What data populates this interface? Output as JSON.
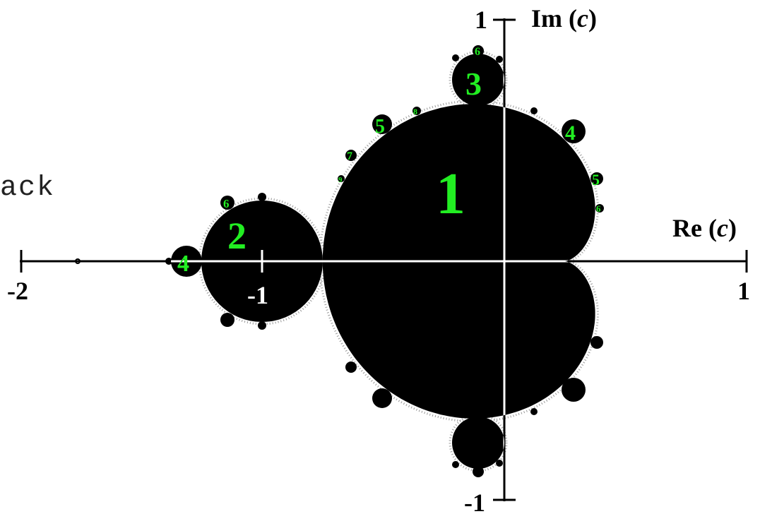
{
  "fragment_text": "ack",
  "axes": {
    "x_label_text": "Re (",
    "x_label_var": "c",
    "x_label_close": ")",
    "y_label_text": "Im (",
    "y_label_var": "c",
    "y_label_close": ")",
    "ticks": {
      "re_min": "-2",
      "re_neg1": "-1",
      "re_max": "1",
      "im_max": "1",
      "im_min": "-1"
    }
  },
  "periods": {
    "main_cardioid": "1",
    "period2_bulb": "2",
    "period3_top": "3",
    "period4_left": "4",
    "period4_upper_right": "4",
    "period5_left": "5",
    "period5_right": "5",
    "period6_top": "6",
    "period6_bulb2": "6",
    "period6_right": "6",
    "period7": "7",
    "period8": "8",
    "period9": "9"
  },
  "colors": {
    "set": "#000000",
    "axes_on_set": "#ffffff",
    "axes": "#000000",
    "labels": "#22ee22"
  }
}
